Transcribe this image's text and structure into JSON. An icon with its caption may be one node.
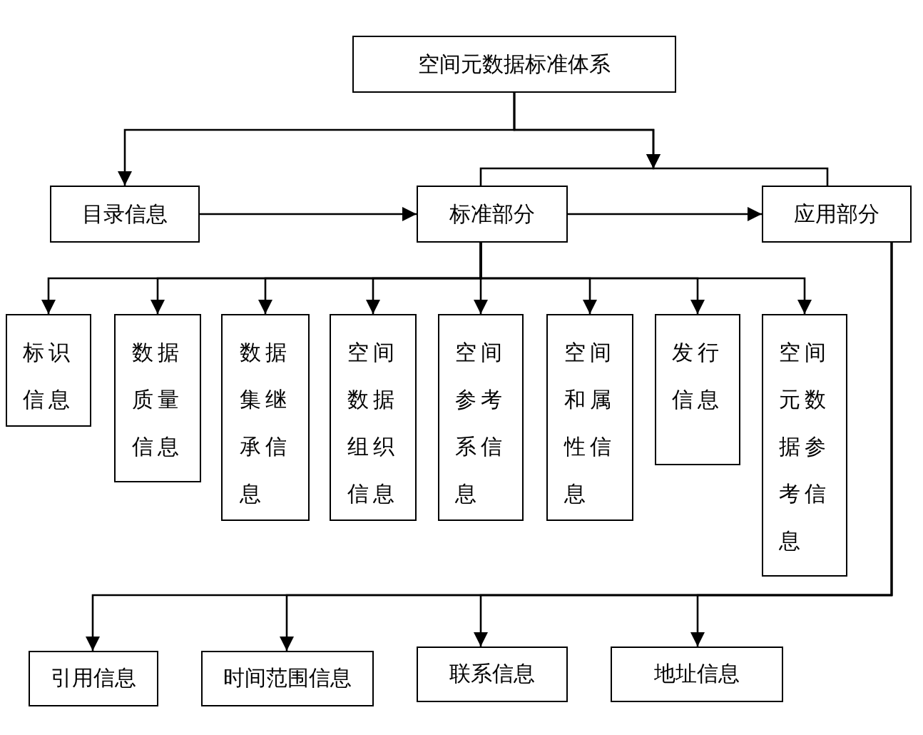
{
  "diagram": {
    "nodes": [
      {
        "text": [
          "空间元数据标准体系"
        ]
      },
      {
        "text": [
          "目录信息"
        ]
      },
      {
        "text": [
          "标准部分"
        ]
      },
      {
        "text": [
          "应用部分"
        ]
      },
      {
        "text": [
          "标识信息"
        ]
      },
      {
        "text": [
          "数据质量信息"
        ]
      },
      {
        "text": [
          "数据集继承信息"
        ]
      },
      {
        "text": [
          "空间数据组织信息"
        ]
      },
      {
        "text": [
          "空间参考系信息"
        ]
      },
      {
        "text": [
          "空间和属性信息"
        ]
      },
      {
        "text": [
          "发行信息"
        ]
      },
      {
        "text": [
          "空间元数据参考信息"
        ]
      },
      {
        "text": [
          "引用信息"
        ]
      },
      {
        "text": [
          "时间范围信息"
        ]
      },
      {
        "text": [
          "联系信息"
        ]
      },
      {
        "text": [
          "地址信息"
        ]
      }
    ],
    "edges": [
      {
        "from": 0,
        "to": 1,
        "arrow": "to"
      },
      {
        "from": 0,
        "to": 2,
        "arrow": "to"
      },
      {
        "from": 0,
        "to": 3,
        "arrow": "to"
      },
      {
        "from": 1,
        "to": 2,
        "arrow": "to"
      },
      {
        "from": 2,
        "to": 3,
        "arrow": "to"
      },
      {
        "from": 2,
        "to": 4,
        "arrow": "to"
      },
      {
        "from": 2,
        "to": 5,
        "arrow": "to"
      },
      {
        "from": 2,
        "to": 6,
        "arrow": "to"
      },
      {
        "from": 2,
        "to": 7,
        "arrow": "to"
      },
      {
        "from": 2,
        "to": 8,
        "arrow": "to"
      },
      {
        "from": 2,
        "to": 9,
        "arrow": "to"
      },
      {
        "from": 2,
        "to": 10,
        "arrow": "to"
      },
      {
        "from": 2,
        "to": 11,
        "arrow": "to"
      },
      {
        "from": 3,
        "to": 12,
        "arrow": "to"
      },
      {
        "from": 3,
        "to": 13,
        "arrow": "to"
      },
      {
        "from": 3,
        "to": 14,
        "arrow": "to"
      },
      {
        "from": 3,
        "to": 15,
        "arrow": "to"
      }
    ]
  }
}
